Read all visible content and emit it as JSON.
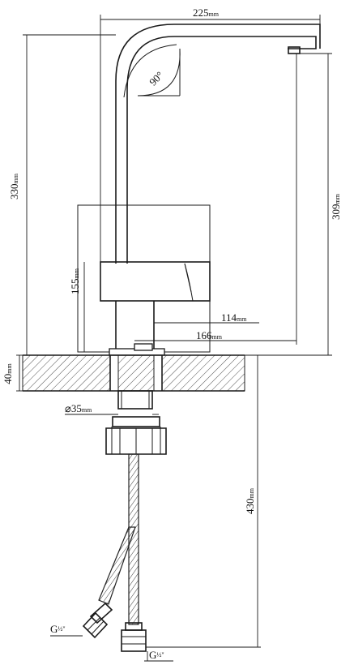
{
  "dimensions": {
    "spout_reach": {
      "value": "225",
      "unit": "mm"
    },
    "total_height": {
      "value": "330",
      "unit": "mm"
    },
    "outlet_height": {
      "value": "309",
      "unit": "mm"
    },
    "body_height": {
      "value": "155",
      "unit": "mm"
    },
    "handle_reach": {
      "value": "114",
      "unit": "mm"
    },
    "outlet_offset": {
      "value": "166",
      "unit": "mm"
    },
    "counter_thickness": {
      "value": "40",
      "unit": "mm"
    },
    "hole_diameter": {
      "prefix": "⌀",
      "value": "35",
      "unit": "mm"
    },
    "hose_length": {
      "value": "430",
      "unit": "mm"
    },
    "spout_angle": {
      "value": "90°"
    }
  },
  "connectors": {
    "left": {
      "prefix": "G",
      "fraction": "½\""
    },
    "right": {
      "prefix": "G",
      "fraction": "½\""
    }
  }
}
